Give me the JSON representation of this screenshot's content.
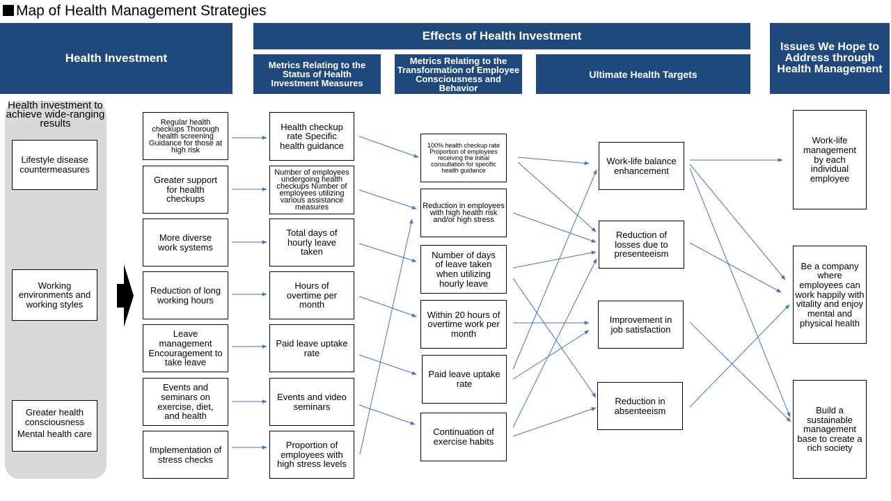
{
  "title": "Map of Health Management Strategies",
  "headers": {
    "health_investment": "Health Investment",
    "effects": "Effects of Health Investment",
    "metrics_status": "Metrics Relating to the Status of Health Investment Measures",
    "metrics_transformation": "Metrics Relating to the Transformation of Employee Consciousness and Behavior",
    "ultimate_targets": "Ultimate Health Targets",
    "issues": "Issues We Hope to Address through Health Management"
  },
  "left_panel": {
    "title": "Health investment to achieve wide-ranging results",
    "items": [
      "Lifestyle disease countermeasures",
      "Working environments and working styles",
      "Greater health consciousness",
      "Mental health care"
    ]
  },
  "investments": [
    "Regular health checkups Thorough health screening Guidance for those at high risk",
    "Greater support for health checkups",
    "More diverse work systems",
    "Reduction of long working hours",
    "Leave management Encouragement to take leave",
    "Events and seminars on exercise, diet, and health",
    "Implementation of stress checks"
  ],
  "status_metrics": [
    "Health checkup rate Specific health guidance",
    "Number of employees undergoing health checkups Number of employees utilizing various assistance measures",
    "Total days of hourly leave taken",
    "Hours of overtime per month",
    "Paid leave uptake rate",
    "Events and video seminars",
    "Proportion of employees with high stress levels"
  ],
  "transformation_metrics": [
    "100% health checkup rate Proportion of employees receiving the initial consultation for specific health guidance",
    "Reduction in employees with high health risk and/or high stress",
    "Number of days of leave taken when utilizing hourly leave",
    "Within 20 hours of overtime work per month",
    "Paid leave uptake rate",
    "Continuation of exercise habits"
  ],
  "targets": [
    "Work-life balance enhancement",
    "Reduction of losses due to presenteeism",
    "Improvement in job satisfaction",
    "Reduction in absenteeism"
  ],
  "issues": [
    "Work-life management by each individual employee",
    "Be a company where employees can work happily with vitality and enjoy mental and physical health",
    "Build a sustainable management base to create a rich society"
  ],
  "colors": {
    "header": "#1f497d",
    "arrow": "#4472c4",
    "panel": "#d9d9d9"
  }
}
